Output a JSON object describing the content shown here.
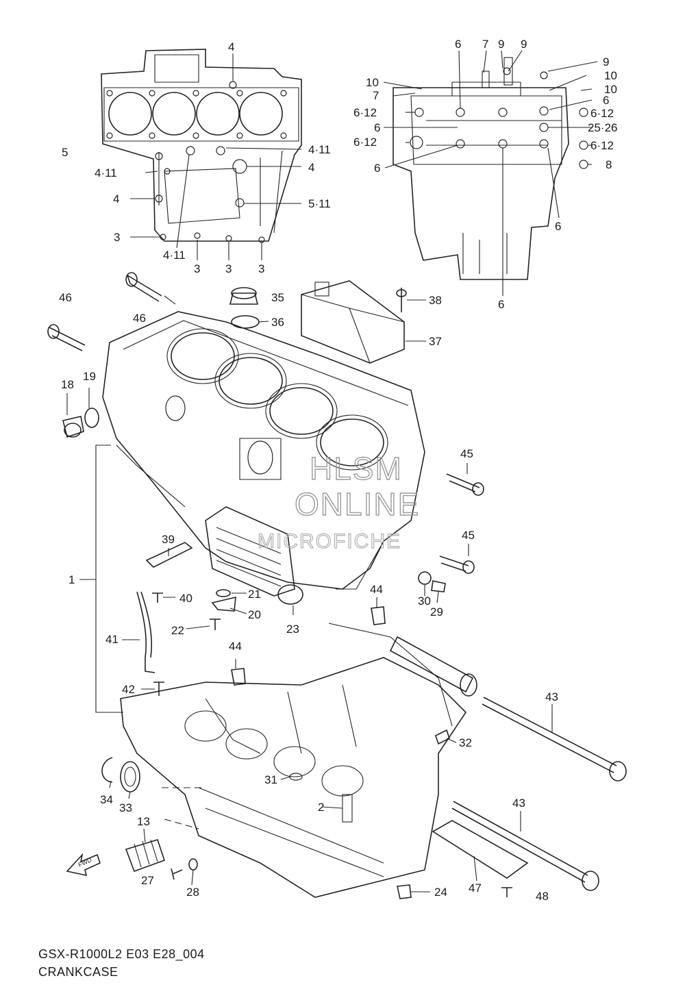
{
  "footer": {
    "model_code": "GSX-R1000L2 E03 E28_004",
    "title": "CRANKCASE"
  },
  "watermark": {
    "line1": "HLSM",
    "line2": "ONLINE",
    "line3": "MICROFICHE"
  },
  "fwd_arrow_label": "FWD",
  "callouts": {
    "c4_top": "4",
    "c5": "5",
    "c4_11_right": "4·11",
    "c4_11_left": "4·11",
    "c4_right": "4",
    "c4_left": "4",
    "c5_11": "5·11",
    "c3_left": "3",
    "c4_11_bottom": "4·11",
    "c3_a": "3",
    "c3_b": "3",
    "c3_c": "3",
    "c6_top": "6",
    "c7_top": "7",
    "c9_a": "9",
    "c9_b": "9",
    "c9_c": "9",
    "c10_left": "10",
    "c7_left": "7",
    "c10_r1": "10",
    "c10_r2": "10",
    "c6_12_l1": "6·12",
    "c6_r1": "6",
    "c6_12_r1": "6·12",
    "c6_l2": "6",
    "c25_26": "25·26",
    "c6_12_l2": "6·12",
    "c6_12_r2": "6·12",
    "c6_l3": "6",
    "c8": "8",
    "c6_r_low": "6",
    "c6_bottom": "6",
    "c46_a": "46",
    "c46_b": "46",
    "c35": "35",
    "c36": "36",
    "c38": "38",
    "c37": "37",
    "c18": "18",
    "c19": "19",
    "c45_a": "45",
    "c45_b": "45",
    "c1": "1",
    "c39": "39",
    "c40": "40",
    "c21": "21",
    "c20": "20",
    "c22": "22",
    "c23": "23",
    "c44_a": "44",
    "c30": "30",
    "c29": "29",
    "c41": "41",
    "c44_b": "44",
    "c42": "42",
    "c43_a": "43",
    "c32": "32",
    "c34": "34",
    "c33": "33",
    "c31": "31",
    "c2": "2",
    "c43_b": "43",
    "c13": "13",
    "c27": "27",
    "c28": "28",
    "c24": "24",
    "c47": "47",
    "c48": "48"
  }
}
